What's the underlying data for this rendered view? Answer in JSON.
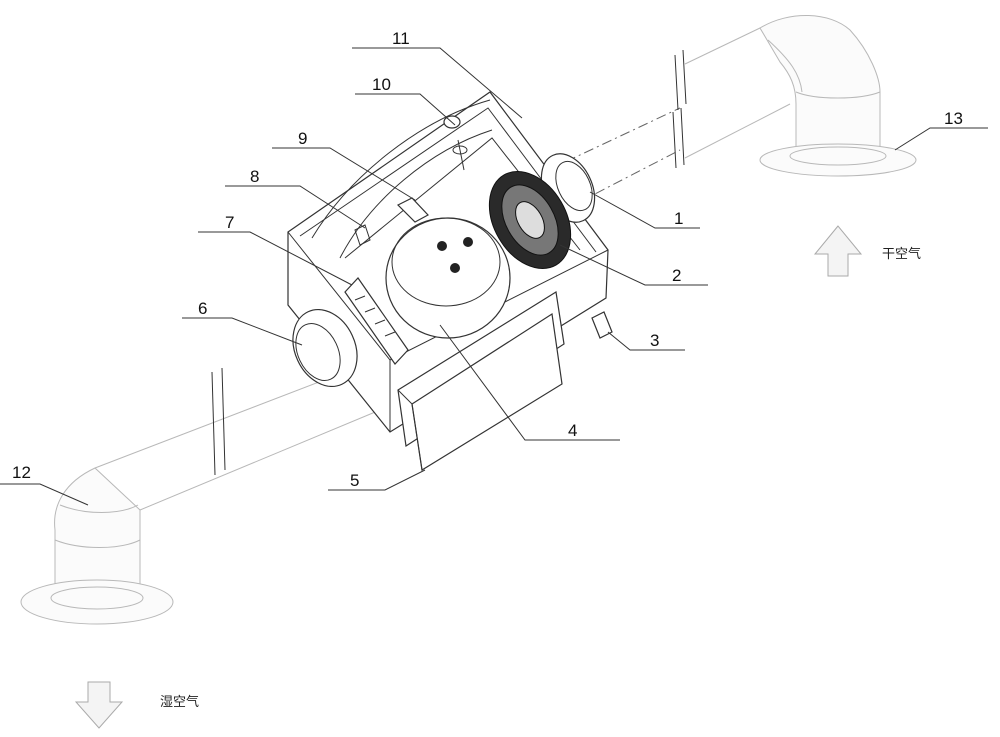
{
  "figure": {
    "callouts": [
      {
        "id": "1",
        "label": "1"
      },
      {
        "id": "2",
        "label": "2"
      },
      {
        "id": "3",
        "label": "3"
      },
      {
        "id": "4",
        "label": "4"
      },
      {
        "id": "5",
        "label": "5"
      },
      {
        "id": "6",
        "label": "6"
      },
      {
        "id": "7",
        "label": "7"
      },
      {
        "id": "8",
        "label": "8"
      },
      {
        "id": "9",
        "label": "9"
      },
      {
        "id": "10",
        "label": "10"
      },
      {
        "id": "11",
        "label": "11"
      },
      {
        "id": "12",
        "label": "12"
      },
      {
        "id": "13",
        "label": "13"
      }
    ],
    "flows": {
      "dry_air": "干空气",
      "wet_air": "湿空气"
    }
  }
}
